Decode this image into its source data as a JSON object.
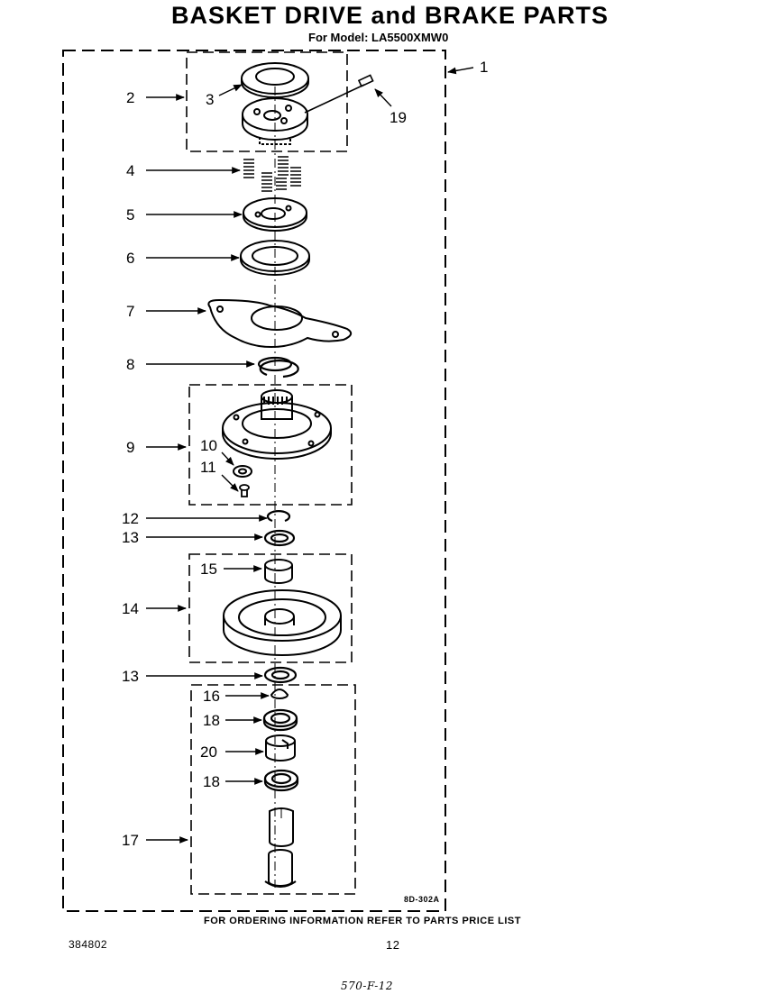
{
  "title": "BASKET DRIVE and BRAKE PARTS",
  "subtitle": "For Model: LA5500XMW0",
  "diagram_code": "8D-302A",
  "footer_note": "FOR ORDERING INFORMATION REFER TO PARTS PRICE LIST",
  "document_number": "384802",
  "page_number": "12",
  "handwritten_note": "570-F-12",
  "callouts": {
    "c1": "1",
    "c2": "2",
    "c3": "3",
    "c4": "4",
    "c5": "5",
    "c6": "6",
    "c7": "7",
    "c8": "8",
    "c9": "9",
    "c10": "10",
    "c11": "11",
    "c12": "12",
    "c13a": "13",
    "c13b": "13",
    "c14": "14",
    "c15": "15",
    "c16": "16",
    "c17": "17",
    "c18a": "18",
    "c18b": "18",
    "c19": "19",
    "c20": "20"
  }
}
